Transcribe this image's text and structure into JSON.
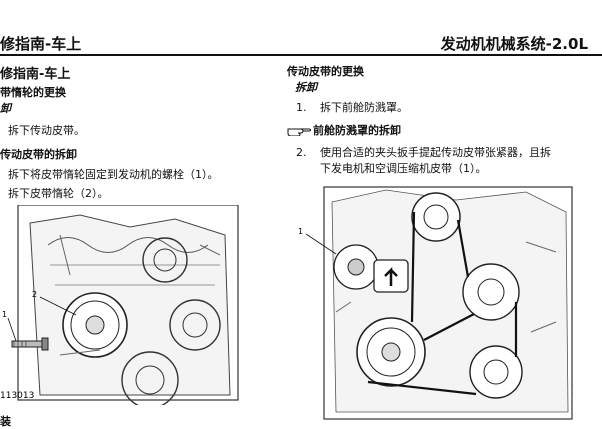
{
  "header": {
    "left_title": "修指南-车上",
    "right_title": "发动机机械系统-2.0L"
  },
  "left": {
    "section_title": "修指南-车上",
    "sub1_title": "带惰轮的更换",
    "sub1_italic": "卸",
    "sub1_step": "拆下传动皮带。",
    "sub2_title": "传动皮带的拆卸",
    "steps": [
      "拆下将皮带惰轮固定到发动机的螺栓（1）。",
      "拆下皮带惰轮（2）。"
    ],
    "fig_labels": [
      "1",
      "2"
    ],
    "fig_id": "113013",
    "bottom_fragment": "装"
  },
  "right": {
    "section_title": "传动皮带的更换",
    "italic_heading": "拆卸",
    "steps": [
      {
        "num": "1.",
        "text": "拆下前舱防溅罩。"
      },
      {
        "num": "2.",
        "text": "使用合适的夹头扳手提起传动皮带张紧器，且拆"
      }
    ],
    "step2_cont": "下发电机和空调压缩机皮带（1）。",
    "note_title": "前舱防溅罩的拆卸",
    "note_icon": "pointing-hand-icon",
    "fig_label": "1"
  }
}
